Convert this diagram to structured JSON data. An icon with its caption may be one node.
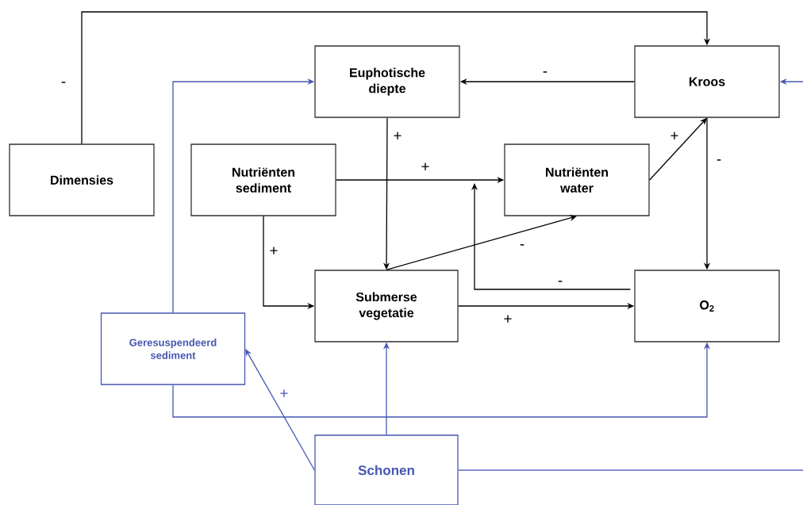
{
  "diagram": {
    "nodes": [
      {
        "text": [
          "Euphotische diepte"
        ]
      },
      {
        "text": [
          "Kroos"
        ]
      },
      {
        "text": [
          "Dimensies"
        ]
      },
      {
        "text": [
          "Nutriënten sediment"
        ]
      },
      {
        "text": [
          "Nutriënten water"
        ]
      },
      {
        "text": [
          "Submerse vegetatie"
        ]
      },
      {
        "text": [
          "O$_{2}$"
        ]
      },
      {
        "text": [
          "Geresuspendeerd sediment"
        ]
      },
      {
        "text": [
          "Schonen"
        ]
      }
    ],
    "edges": [
      {
        "from": 2,
        "to": 1,
        "arrow": "to",
        "label": "-"
      },
      {
        "from": 1,
        "to": 0,
        "arrow": "to",
        "label": "-"
      },
      {
        "from": 0,
        "to": 5,
        "arrow": "to",
        "label": "+"
      },
      {
        "from": 3,
        "to": 4,
        "arrow": "to",
        "label": "+"
      },
      {
        "from": 3,
        "to": 5,
        "arrow": "to",
        "label": "+"
      },
      {
        "from": 5,
        "to": 4,
        "arrow": "to",
        "label": "-"
      },
      {
        "from": 6,
        "to": null,
        "arrow": "to",
        "label": "-"
      },
      {
        "from": 4,
        "to": 1,
        "arrow": "to",
        "label": "+"
      },
      {
        "from": 1,
        "to": 6,
        "arrow": "to",
        "label": "-"
      },
      {
        "from": 5,
        "to": 6,
        "arrow": "to",
        "label": "+"
      },
      {
        "from": 7,
        "to": 0,
        "arrow": "to",
        "color": "#4757b0"
      },
      {
        "from": 7,
        "to": 6,
        "arrow": "to",
        "color": "#4757b0"
      },
      {
        "from": 8,
        "to": 7,
        "arrow": "to",
        "label": "+",
        "color": "#4757b0"
      },
      {
        "from": 8,
        "to": 5,
        "arrow": "to",
        "color": "#4757b0"
      },
      {
        "from": 8,
        "to": null,
        "arrow": "none",
        "color": "#4757b0"
      },
      {
        "from": null,
        "to": 1,
        "arrow": "to",
        "color": "#4757b0"
      }
    ]
  }
}
